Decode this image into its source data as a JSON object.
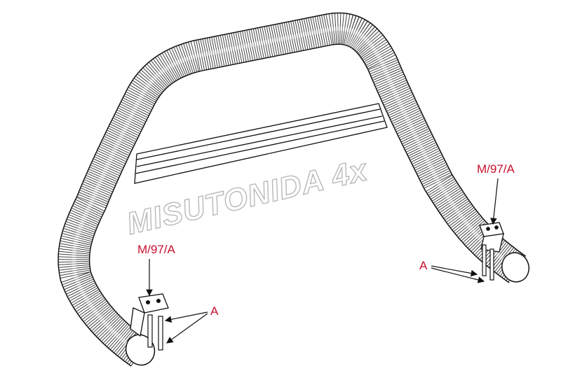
{
  "labels": {
    "left_part_code": "M/97/A",
    "left_bolt": "A",
    "right_part_code": "M/97/A",
    "right_bolt": "A"
  },
  "watermark": "MISUTONIDA 4x",
  "colors": {
    "background": "#ffffff",
    "line": "#111111",
    "callout_text": "#c8102e",
    "watermark_outline": "#b9b9b9"
  }
}
